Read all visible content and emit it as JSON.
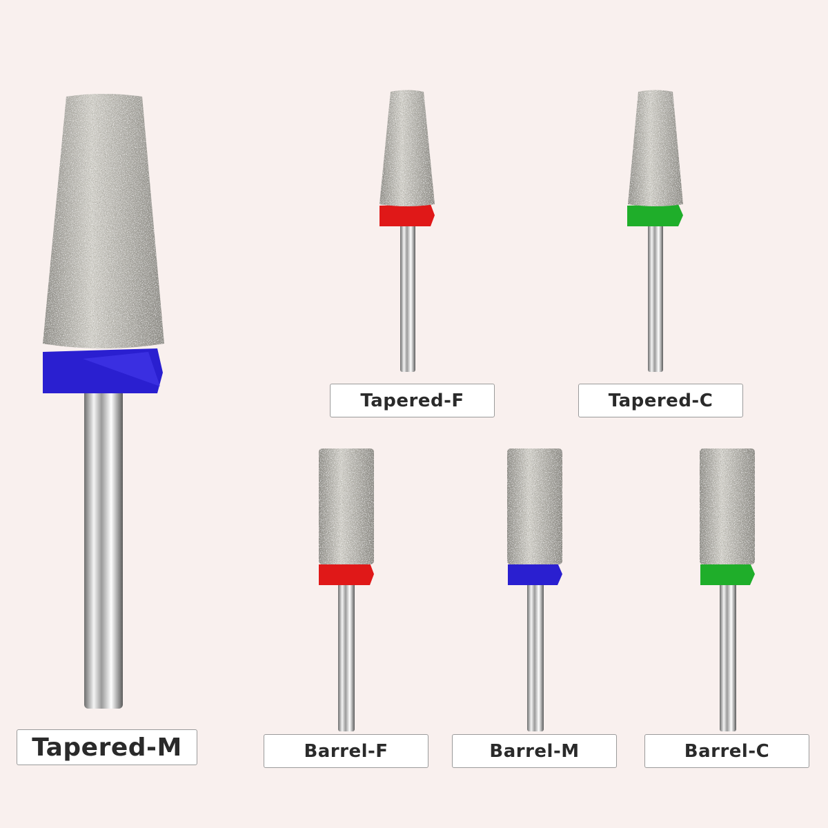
{
  "products": [
    {
      "name": "Tapered-M",
      "shape": "tapered",
      "collar_color": "#2a1fd0"
    },
    {
      "name": "Tapered-F",
      "shape": "tapered",
      "collar_color": "#e01818"
    },
    {
      "name": "Tapered-C",
      "shape": "tapered",
      "collar_color": "#1fae2a"
    },
    {
      "name": "Barrel-F",
      "shape": "barrel",
      "collar_color": "#e01818"
    },
    {
      "name": "Barrel-M",
      "shape": "barrel",
      "collar_color": "#2a1fd0"
    },
    {
      "name": "Barrel-C",
      "shape": "barrel",
      "collar_color": "#1fae2a"
    }
  ],
  "colors": {
    "background": "#f9f0ee"
  }
}
